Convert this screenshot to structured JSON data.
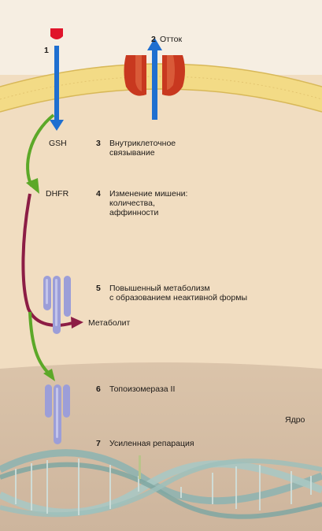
{
  "mechanisms": [
    {
      "num": "1",
      "text": ""
    },
    {
      "num": "2",
      "text": "Отток"
    },
    {
      "num": "3",
      "text": "Внутриклеточное\nсвязывание"
    },
    {
      "num": "4",
      "text": "Изменение мишени:\nколичества,\nаффинности"
    },
    {
      "num": "5",
      "text": "Повышенный метаболизм\nс образованием неактивной формы"
    },
    {
      "num": "6",
      "text": "Топоизомераза II"
    },
    {
      "num": "7",
      "text": "Усиленная репарация"
    }
  ],
  "labels": {
    "gsh": "GSH",
    "dhfr": "DHFR",
    "metabolite": "Метаболит",
    "nucleus": "Ядро"
  },
  "colors": {
    "background": "#f1ddc1",
    "nucleus": "#d6bfa6",
    "membrane": "#f3db86",
    "influx_arrow": "#1f6fd0",
    "green_arrow": "#5ca828",
    "metabolism_arrow": "#8c1d45",
    "pump": "#c8381f",
    "enzyme": "#9c9ed8",
    "drug_marker": "#e0142a",
    "dna": "#8fb4b0"
  }
}
